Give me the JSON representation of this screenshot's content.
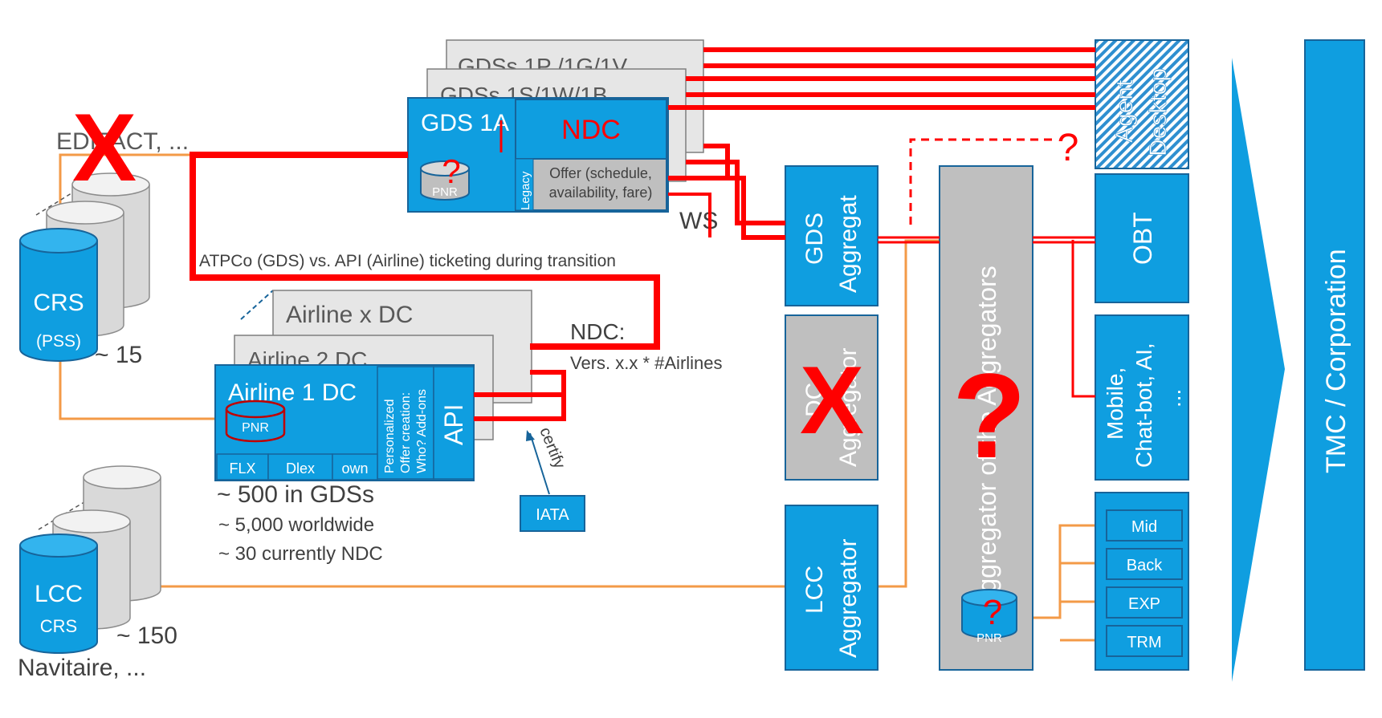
{
  "colors": {
    "blue": "#0f9ee0",
    "blue_border": "#17649a",
    "red": "#ff0000",
    "orange": "#f39a47",
    "grey_box": "#bfbfbf",
    "text_dark": "#404040"
  },
  "left": {
    "edifact": "EDIFACT, ...",
    "crs_title": "CRS",
    "crs_sub": "(PSS)",
    "crs_count": "~ 15",
    "lcc_title": "LCC",
    "lcc_sub": "CRS",
    "lcc_count": "~ 150",
    "navitaire": "Navitaire, ..."
  },
  "gds": {
    "back1": "GDSs 1P /1G/1V",
    "back2": "GDSs 1S/1W/1B",
    "main": "GDS 1A",
    "ndc": "NDC",
    "legacy": "Legacy",
    "offer_line1": "Offer (schedule,",
    "offer_line2": "availability, fare)",
    "pnr": "PNR",
    "question": "?",
    "ws": "WS"
  },
  "transition_label": "ATPCo (GDS) vs. API (Airline) ticketing during transition",
  "airline": {
    "back1": "Airline x DC",
    "back2": "Airline 2 DC",
    "main": "Airline 1 DC",
    "pnr": "PNR",
    "vertical_line1": "Personalized",
    "vertical_line2": "Offer creation:",
    "vertical_line3": "Who? Add-ons",
    "api": "API",
    "flx": "FLX",
    "dlex": "Dlex",
    "own": "own",
    "stat1": "~ 500 in GDSs",
    "stat2": "~ 5,000 worldwide",
    "stat3": "~ 30 currently NDC"
  },
  "ndc_note": {
    "line1": "NDC:",
    "line2": "Vers. x.x * #Airlines"
  },
  "iata": {
    "label": "IATA",
    "certify": "certify"
  },
  "aggregators": {
    "gds_line1": "GDS",
    "gds_line2": "Aggregat",
    "dc_line1": "DC",
    "dc_line2": "Aggregator",
    "lcc_line1": "LCC",
    "lcc_line2": "Aggregator",
    "agg_of_agg": "Aggregator of the Aggregators",
    "agg_pnr": "PNR",
    "big_question": "?",
    "small_question": "?"
  },
  "channels": {
    "agent_line1": "Agent",
    "agent_line2": "Desktop",
    "obt": "OBT",
    "mobile_line1": "Mobile,",
    "mobile_line2": "Chat-bot, AI,",
    "mobile_line3": "...",
    "mid": "Mid",
    "back": "Back",
    "exp": "EXP",
    "trm": "TRM"
  },
  "tmc": "TMC / Corporation",
  "dashed_question": "?",
  "cross_mark": "X"
}
